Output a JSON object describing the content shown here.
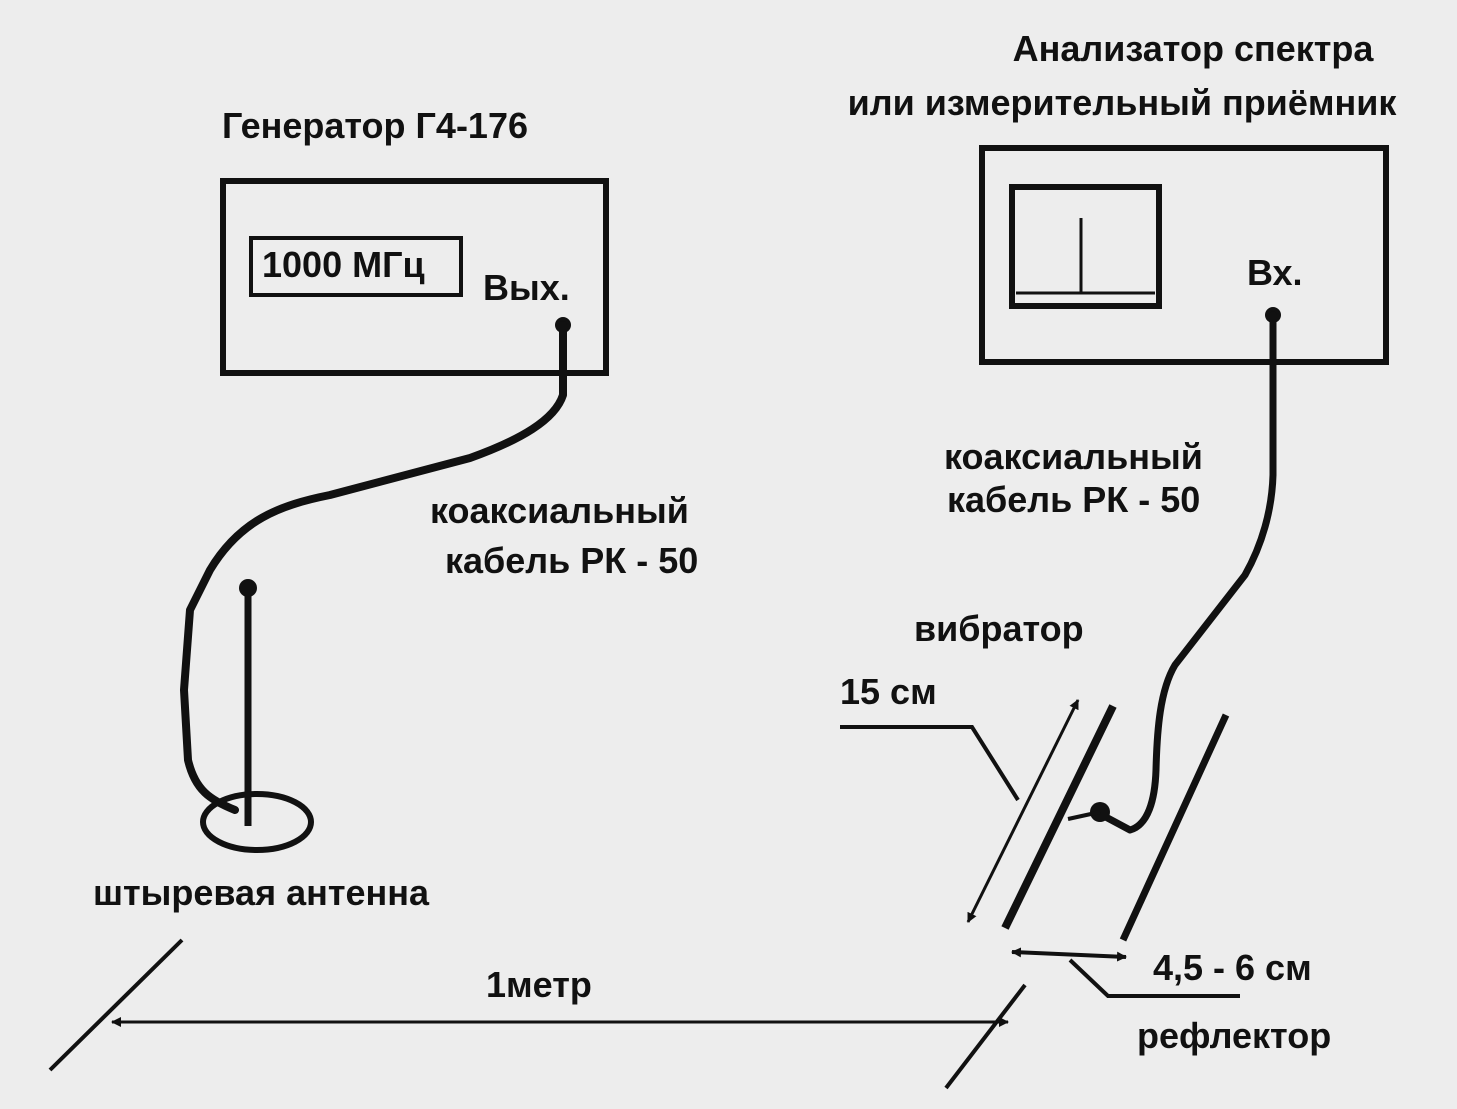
{
  "generator": {
    "title": "Генератор Г4-176",
    "frequency_display": "1000 МГц",
    "output_label": "Вых."
  },
  "analyzer": {
    "title_line1": "Анализатор спектра",
    "title_line2": "или измерительный приёмник",
    "input_label": "Вх."
  },
  "cable_left": {
    "line1": "коаксиальный",
    "line2": "кабель РК - 50"
  },
  "cable_right": {
    "line1": "коаксиальный",
    "line2": "кабель РК - 50"
  },
  "antenna_label": "штыревая антенна",
  "vibrator_label": "вибратор",
  "vibrator_length": "15 см",
  "reflector_spacing": "4,5 - 6 см",
  "reflector_label": "рефлектор",
  "distance_label": "1метр",
  "colors": {
    "background": "#ededed",
    "ink": "#111111"
  }
}
